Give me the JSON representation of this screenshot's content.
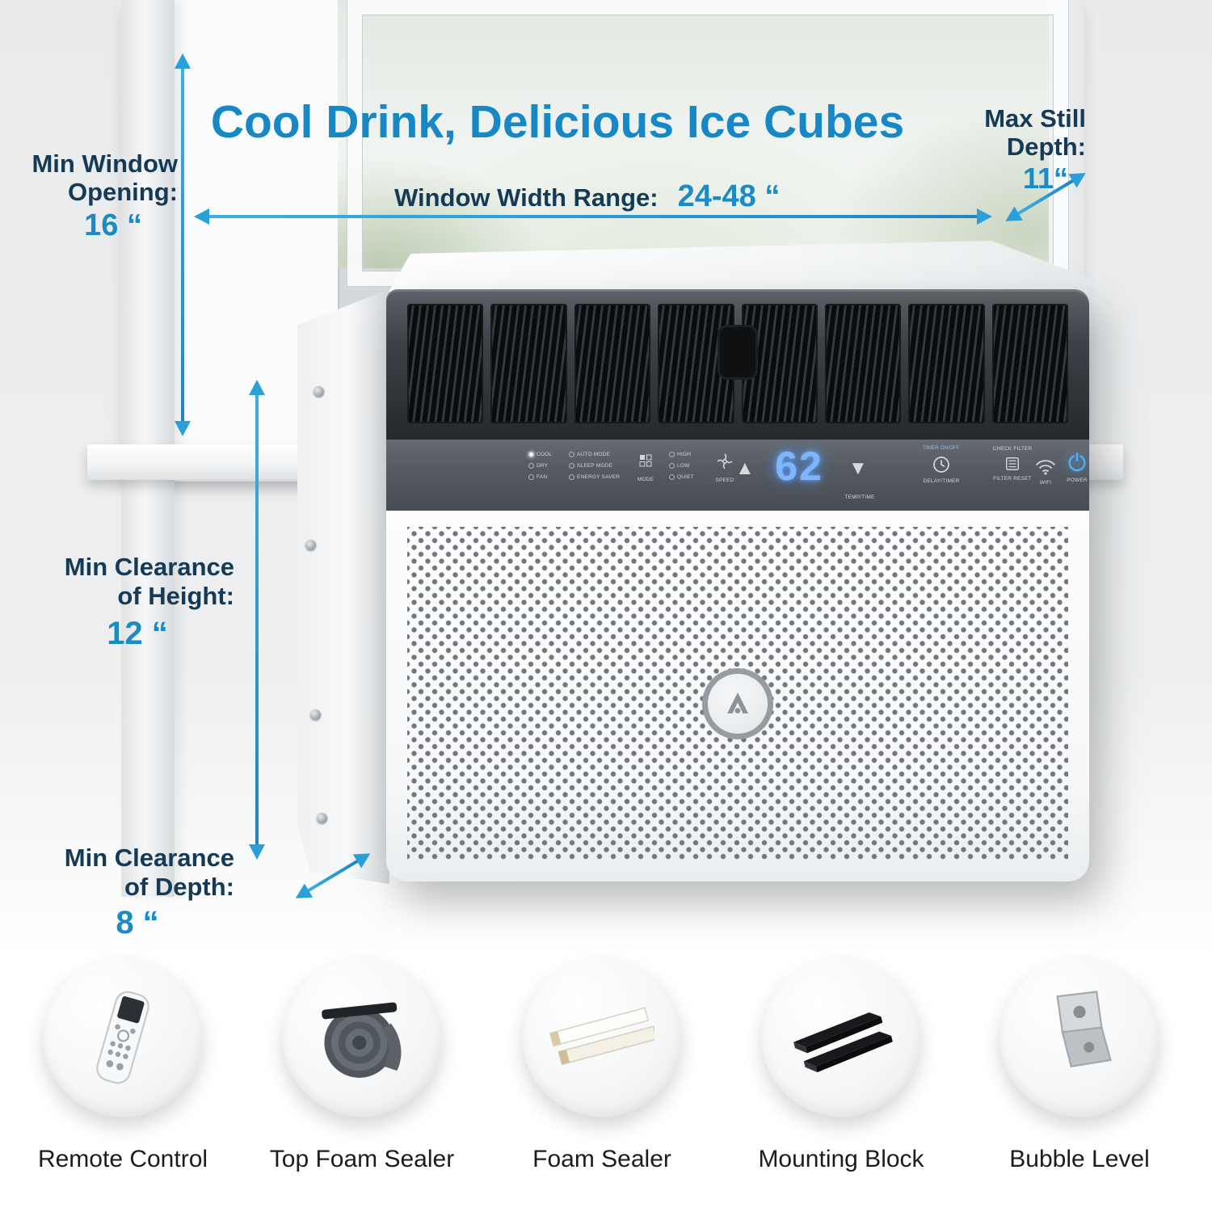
{
  "title": "Cool Drink, Delicious Ice Cubes",
  "measurements": {
    "min_window_opening": {
      "label": "Min Window Opening:",
      "value": "16 “"
    },
    "window_width_range": {
      "label": "Window Width Range:",
      "value": "24-48 “"
    },
    "max_still_depth": {
      "label": "Max Still Depth:",
      "value": "11“"
    },
    "min_clearance_height": {
      "label": "Min Clearance of Height:",
      "value": "12 “"
    },
    "min_clearance_depth": {
      "label": "Min Clearance of Depth:",
      "value": "8 “"
    }
  },
  "ac_panel": {
    "display_value": "62",
    "modes": [
      "COOL",
      "DRY",
      "FAN"
    ],
    "modes2": [
      "AUTO MODE",
      "SLEEP MODE",
      "ENERGY SAVER"
    ],
    "mode_button": "MODE",
    "speeds": [
      "HIGH",
      "LOW",
      "QUIET"
    ],
    "speed_button": "SPEED",
    "up_icon": "▲",
    "down_icon": "▼",
    "temp_time": "TEMP/TIME",
    "timer_on_off": "TIMER ON/OFF",
    "delay_timer": "DELAY/TIMER",
    "check_filter": "CHECK FILTER",
    "filter_reset": "FILTER RESET",
    "wifi": "WIFI",
    "power": "POWER"
  },
  "accessories": [
    {
      "label": "Remote Control"
    },
    {
      "label": "Top Foam Sealer"
    },
    {
      "label": "Foam Sealer"
    },
    {
      "label": "Mounting Block"
    },
    {
      "label": "Bubble Level"
    }
  ],
  "colors": {
    "title_blue": "#1787c5",
    "arrow_blue": "#2b9fd8",
    "navy_text": "#143a56",
    "led_blue": "#7db6ff"
  }
}
